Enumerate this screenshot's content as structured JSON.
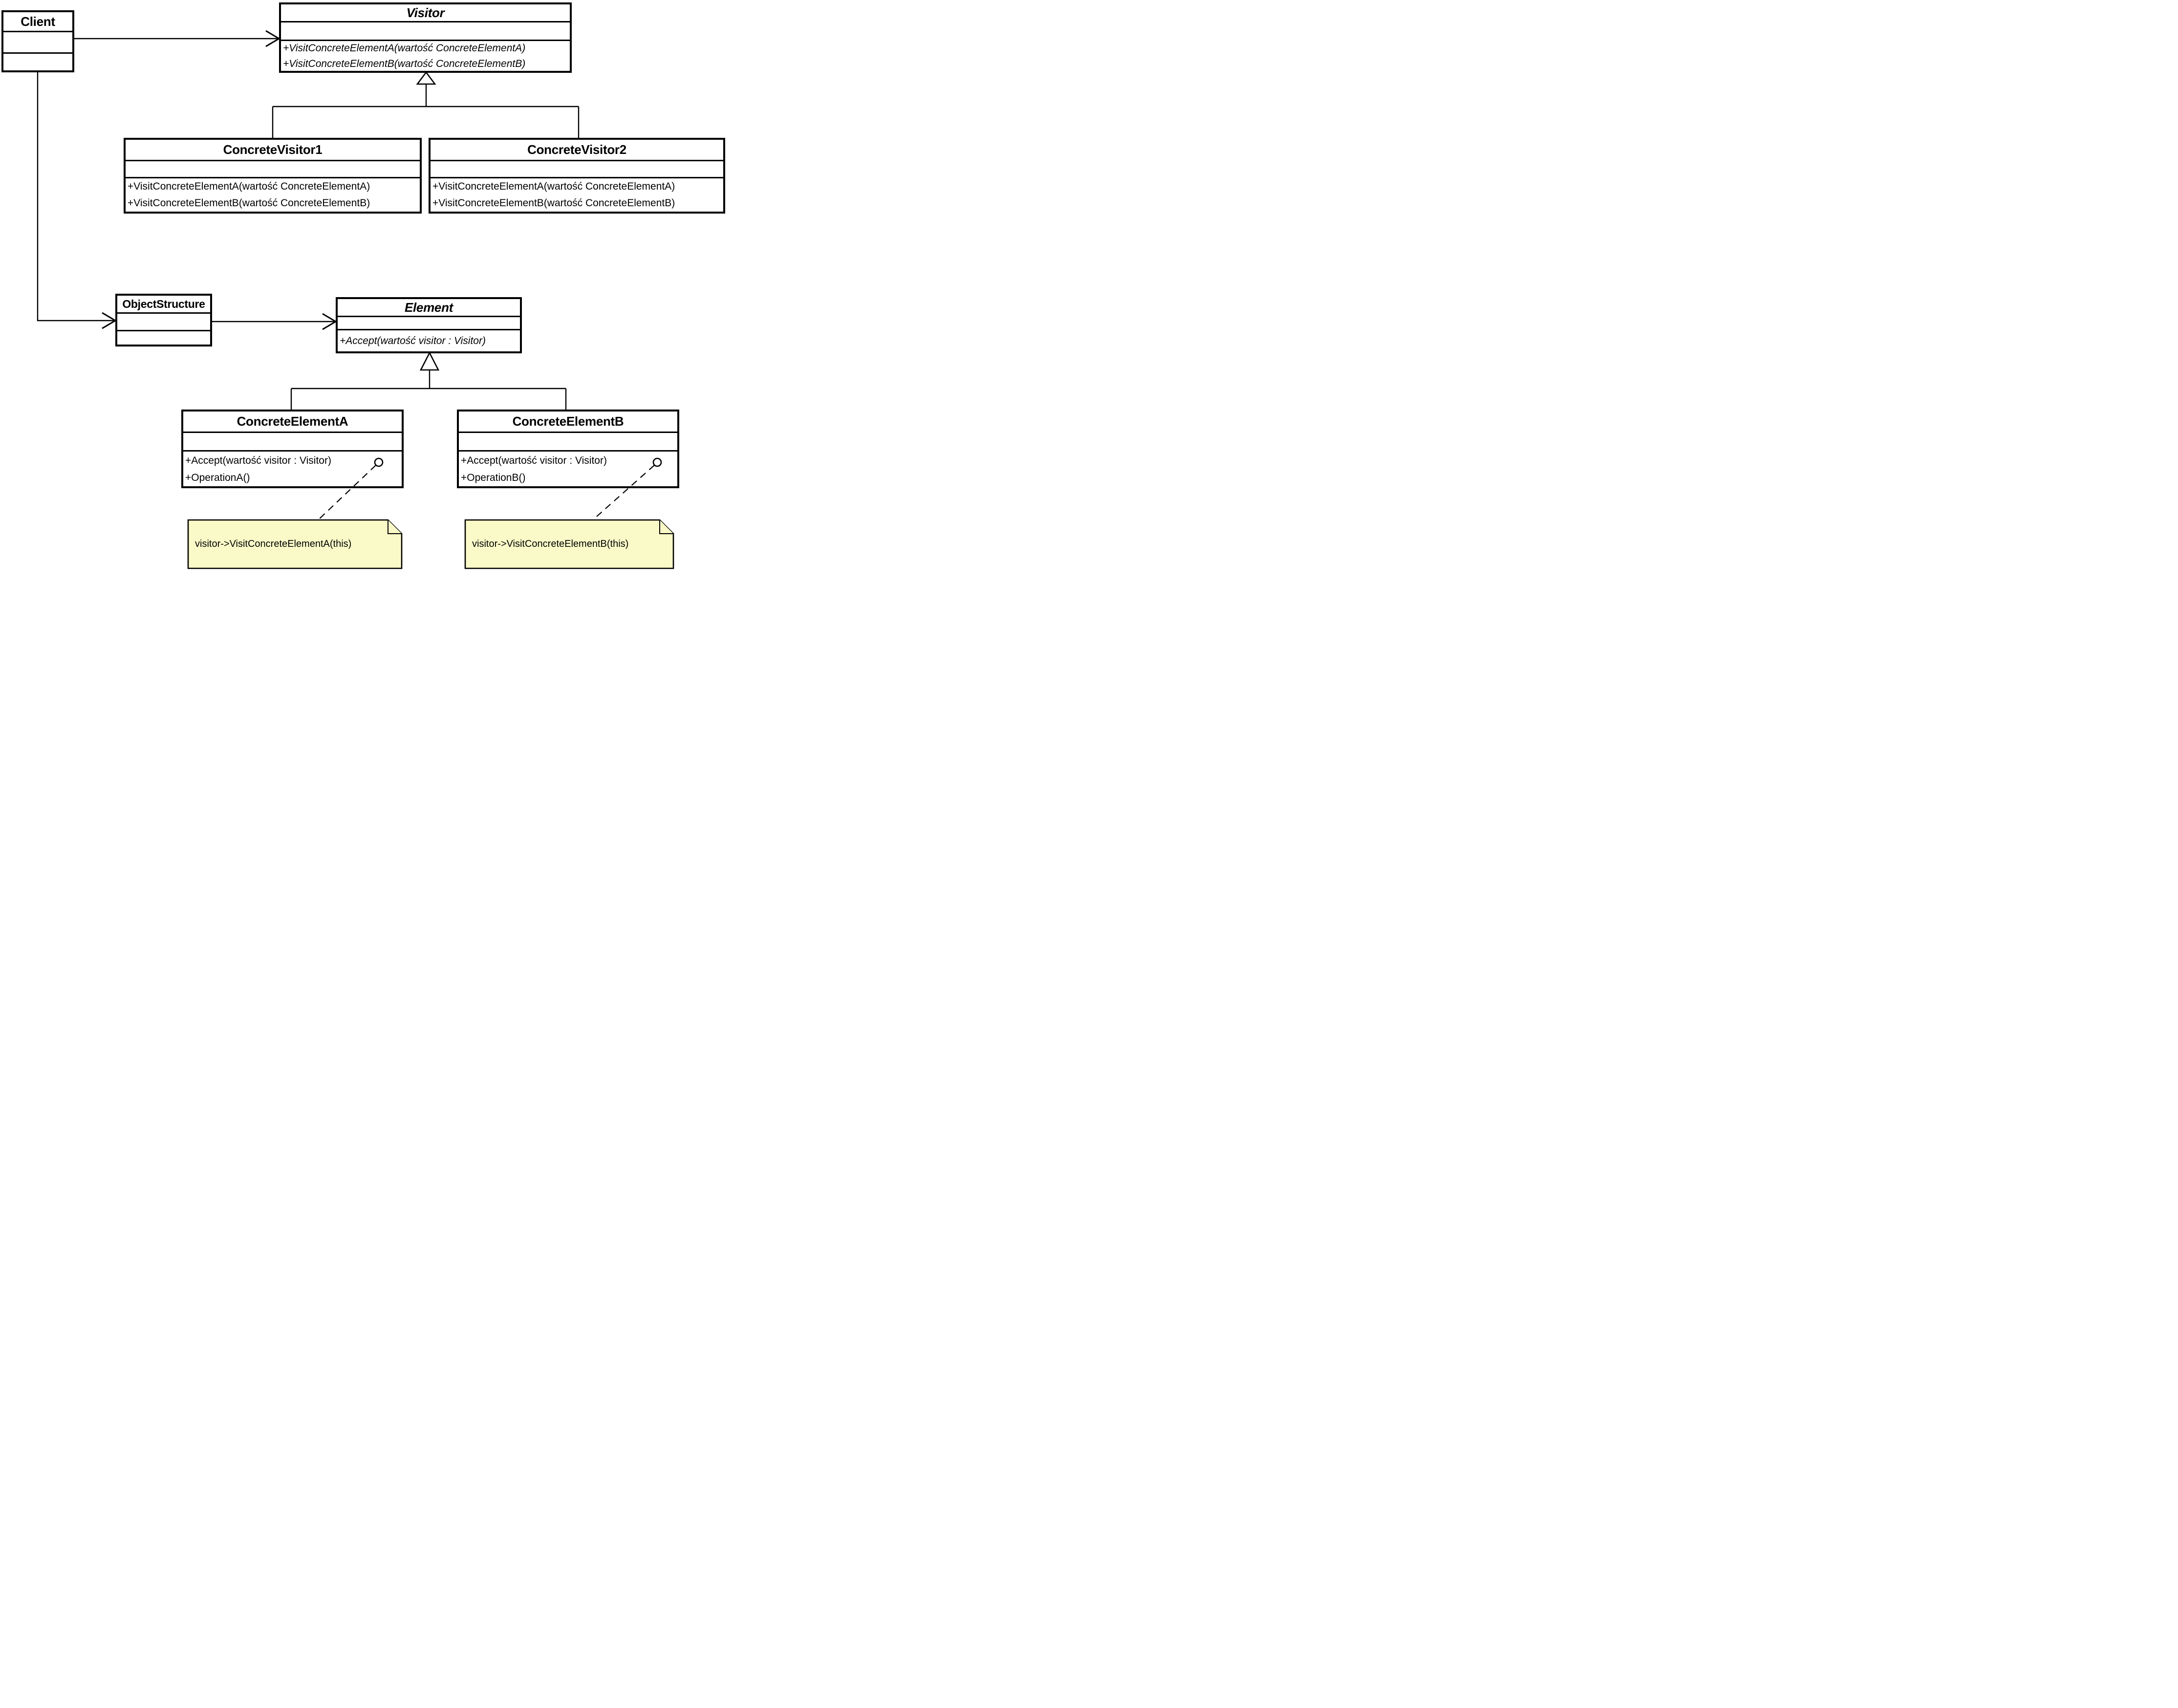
{
  "diagram": {
    "kind": "uml-class-diagram",
    "pattern": "Visitor"
  },
  "colors": {
    "background": "#ffffff",
    "line": "#000000",
    "note_fill": "#fafac8"
  },
  "classes": [
    {
      "name": "Client",
      "attributes": [],
      "methods": []
    },
    {
      "name": "Visitor",
      "abstract": true,
      "methods": [
        "+VisitConcreteElementA(wartość ConcreteElementA)",
        "+VisitConcreteElementB(wartość ConcreteElementB)"
      ]
    },
    {
      "name": "ConcreteVisitor1",
      "methods": [
        "+VisitConcreteElementA(wartość ConcreteElementA)",
        "+VisitConcreteElementB(wartość ConcreteElementB)"
      ]
    },
    {
      "name": "ConcreteVisitor2",
      "methods": [
        "+VisitConcreteElementA(wartość ConcreteElementA)",
        "+VisitConcreteElementB(wartość ConcreteElementB)"
      ]
    },
    {
      "name": "ObjectStructure",
      "attributes": [],
      "methods": []
    },
    {
      "name": "Element",
      "abstract": true,
      "methods": [
        "+Accept(wartość visitor : Visitor)"
      ]
    },
    {
      "name": "ConcreteElementA",
      "methods": [
        "+Accept(wartość visitor : Visitor)",
        "+OperationA()"
      ]
    },
    {
      "name": "ConcreteElementB",
      "methods": [
        "+Accept(wartość visitor : Visitor)",
        "+OperationB()"
      ]
    }
  ],
  "notes": [
    {
      "text": "visitor->VisitConcreteElementA(this)"
    },
    {
      "text": "visitor->VisitConcreteElementB(this)"
    }
  ],
  "relationships": [
    {
      "from": "Client",
      "to": "Visitor",
      "type": "association-arrow"
    },
    {
      "from": "Client",
      "to": "ObjectStructure",
      "type": "association-arrow"
    },
    {
      "from": "ObjectStructure",
      "to": "Element",
      "type": "association-arrow"
    },
    {
      "from": "ConcreteVisitor1",
      "to": "Visitor",
      "type": "generalization"
    },
    {
      "from": "ConcreteVisitor2",
      "to": "Visitor",
      "type": "generalization"
    },
    {
      "from": "ConcreteElementA",
      "to": "Element",
      "type": "generalization"
    },
    {
      "from": "ConcreteElementB",
      "to": "Element",
      "type": "generalization"
    },
    {
      "from": "ConcreteElementA",
      "to": "visitor->VisitConcreteElementA(this)",
      "type": "note-anchor"
    },
    {
      "from": "ConcreteElementB",
      "to": "visitor->VisitConcreteElementB(this)",
      "type": "note-anchor"
    }
  ]
}
